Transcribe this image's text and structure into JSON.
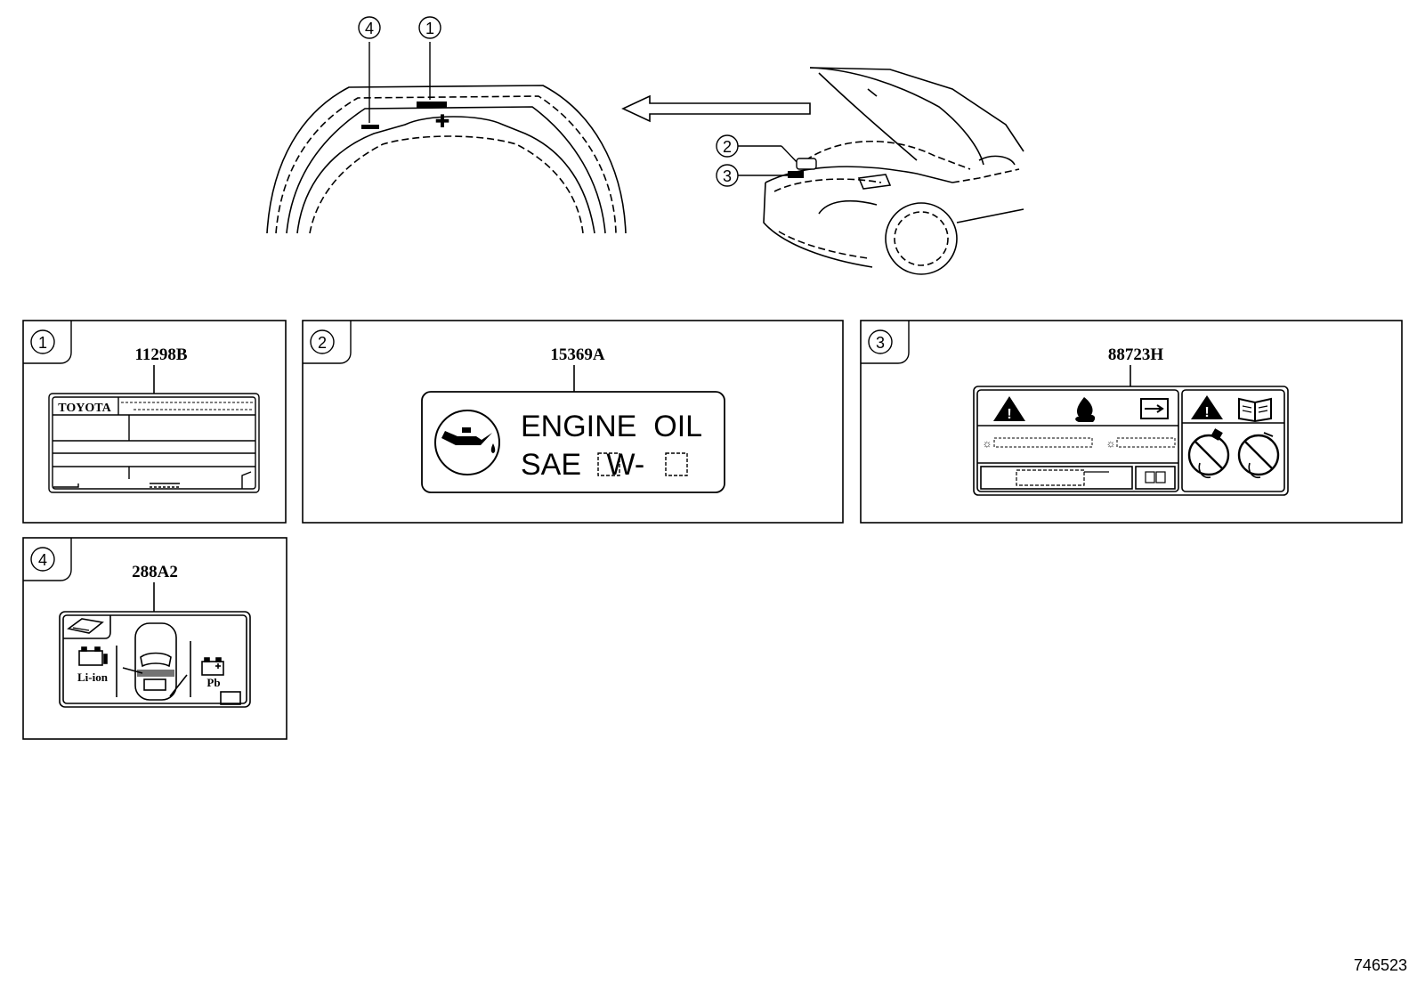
{
  "callouts": [
    "①",
    "②",
    "③",
    "④"
  ],
  "panels": [
    {
      "num": "①",
      "part": "11298B",
      "brand": "TOYOTA"
    },
    {
      "num": "②",
      "part": "15369A",
      "line1": "ENGINE  OIL",
      "line2": "SAE   W-"
    },
    {
      "num": "③",
      "part": "88723H"
    },
    {
      "num": "④",
      "part": "288A2",
      "battery_left": "Li-ion",
      "battery_right": "Pb"
    }
  ],
  "figure_id": "746523",
  "icons": [
    "warning-triangle-icon",
    "flame-icon",
    "manual-book-icon",
    "oil-can-icon",
    "battery-icon",
    "no-phone-icon"
  ]
}
